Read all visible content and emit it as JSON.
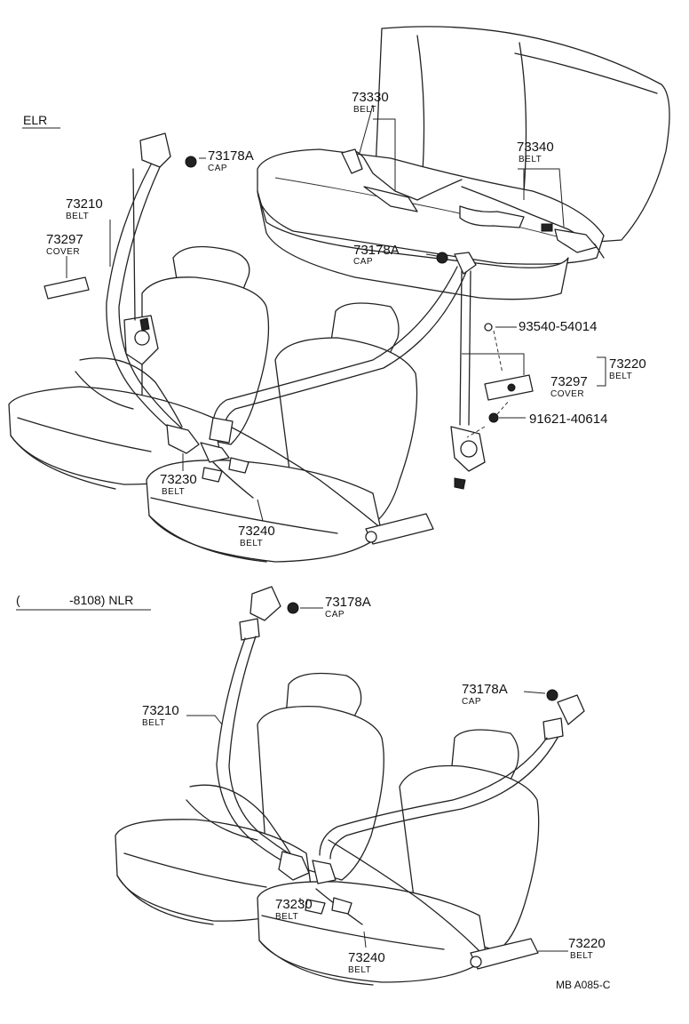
{
  "sections": {
    "top": "ELR",
    "bottom_bracket": "(",
    "bottom": "-8108) NLR"
  },
  "labels": {
    "p73330": {
      "num": "73330",
      "name": "BELT"
    },
    "p73340": {
      "num": "73340",
      "name": "BELT"
    },
    "p73178a_1": {
      "num": "73178A",
      "name": "CAP"
    },
    "p73178a_2": {
      "num": "73178A",
      "name": "CAP"
    },
    "p73178a_3": {
      "num": "73178A",
      "name": "CAP"
    },
    "p73178a_4": {
      "num": "73178A",
      "name": "CAP"
    },
    "p73210_1": {
      "num": "73210",
      "name": "BELT"
    },
    "p73210_2": {
      "num": "73210",
      "name": "BELT"
    },
    "p73297_1": {
      "num": "73297",
      "name": "COVER"
    },
    "p73297_2": {
      "num": "73297",
      "name": "COVER"
    },
    "p93540": {
      "num": "93540-54014"
    },
    "p91621": {
      "num": "91621-40614"
    },
    "p73220_1": {
      "num": "73220",
      "name": "BELT"
    },
    "p73220_2": {
      "num": "73220",
      "name": "BELT"
    },
    "p73230_1": {
      "num": "73230",
      "name": "BELT"
    },
    "p73230_2": {
      "num": "73230",
      "name": "BELT"
    },
    "p73240_1": {
      "num": "73240",
      "name": "BELT"
    },
    "p73240_2": {
      "num": "73240",
      "name": "BELT"
    }
  },
  "reference": "MB A085-C"
}
